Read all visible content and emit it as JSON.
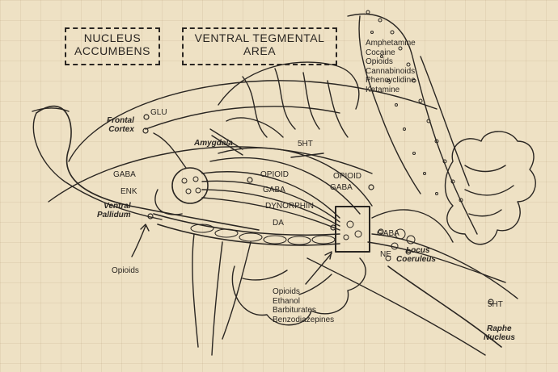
{
  "boxes": {
    "nucleus_accumbens": [
      "NUCLEUS",
      "ACCUMBENS"
    ],
    "vta": [
      "VENTRAL TEGMENTAL",
      "AREA"
    ]
  },
  "stimulants": [
    "Amphetamine",
    "Cocaine",
    "Opioids",
    "Cannabinoids",
    "Phencyclidine",
    "Ketamine"
  ],
  "depressants": [
    "Opioids",
    "Ethanol",
    "Barbiturates",
    "Benzodiazepines"
  ],
  "labels": {
    "glu": "GLU",
    "frontal_cortex": [
      "Frontal",
      "Cortex"
    ],
    "amygdala": "Amygdala",
    "gaba_left": "GABA",
    "enk": "ENK",
    "ventral_pallidum": [
      "Ventral",
      "Pallidum"
    ],
    "opioids_left": "Opioids",
    "five_ht_top": "5HT",
    "opioid_mid": "OPIOID",
    "gaba_mid": "GABA",
    "opioid_right": "OPIOID",
    "gaba_right": "GABA",
    "dynorphin": "DYNORPHIN",
    "da": "DA",
    "gaba_vta": "GABA",
    "ne": "NE",
    "locus_coeruleus": [
      "Locus",
      "Coeruleus"
    ],
    "five_ht_bottom": "5HT",
    "raphe_nucleus": [
      "Raphe",
      "Nucleus"
    ]
  },
  "colors": {
    "ink": "#2a2622",
    "paper": "#eee1c4"
  }
}
